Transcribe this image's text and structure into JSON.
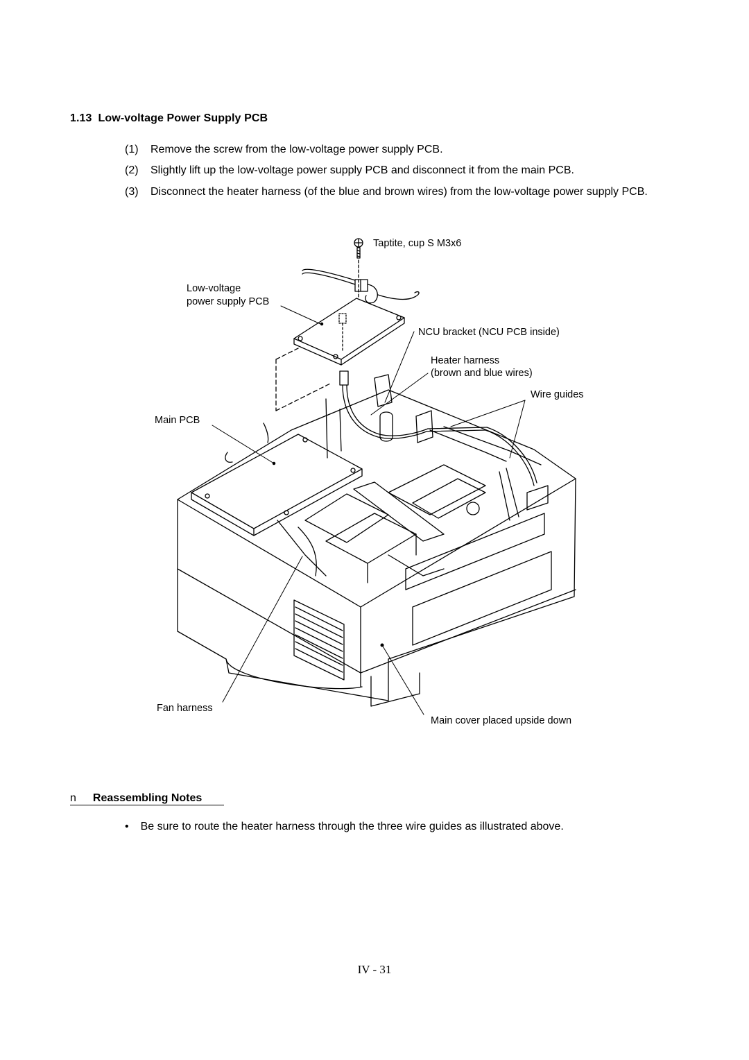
{
  "section": {
    "number": "1.13",
    "title": "Low-voltage Power Supply PCB"
  },
  "steps": [
    {
      "num": "(1)",
      "text": "Remove the screw from the low-voltage power supply PCB."
    },
    {
      "num": "(2)",
      "text": "Slightly lift up the low-voltage power supply PCB and disconnect it from the main PCB."
    },
    {
      "num": "(3)",
      "text": "Disconnect the heater harness (of the blue and brown wires) from the low-voltage power supply PCB."
    }
  ],
  "figure": {
    "labels": {
      "screw": "Taptite, cup S M3x6",
      "lvps_line1": "Low-voltage",
      "lvps_line2": "power supply PCB",
      "ncu": "NCU bracket (NCU PCB inside)",
      "heater_line1": "Heater harness",
      "heater_line2": "(brown and blue wires)",
      "wire_guides": "Wire guides",
      "main_pcb": "Main PCB",
      "fan_harness": "Fan harness",
      "main_cover": "Main cover placed upside down"
    }
  },
  "notes": {
    "bullet": "n",
    "heading": "Reassembling Notes",
    "items": [
      {
        "bullet": "•",
        "text": "Be sure to route the heater harness through the three wire guides as illustrated above."
      }
    ]
  },
  "page_number": "IV - 31"
}
